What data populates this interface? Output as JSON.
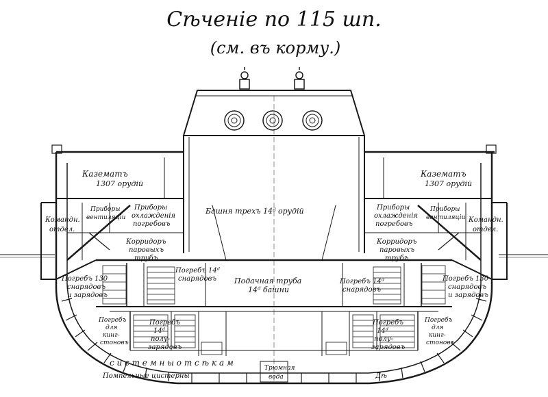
{
  "title": "Сѣченіе по 115 шп.",
  "subtitle": "(см. въ корму.)",
  "labels": {
    "casemate_left": "Казематъ",
    "casemate_left_2": "1307 орудій",
    "casemate_right": "Казематъ",
    "casemate_right_2": "1307 орудій",
    "turret_room": "Башня трехъ 14ᵈ орудій",
    "cooling_left": "Приборы",
    "cooling_left_2": "охлажденія",
    "cooling_left_3": "погребовъ",
    "cooling_right": "Приборы",
    "cooling_right_2": "охлажденія",
    "cooling_right_3": "погребовъ",
    "ventilation_left": "Приборы",
    "ventilation_left_2": "вентиляціи",
    "ventilation_right": "Приборы",
    "ventilation_right_2": "вентиляціи",
    "command_left": "Командн.",
    "command_left_2": "отдел.",
    "command_right": "Командн.",
    "command_right_2": "отдел.",
    "corridor_left": "Корридоръ",
    "corridor_left_2": "паровыхъ",
    "corridor_left_3": "трубъ",
    "corridor_right": "Корридоръ",
    "corridor_right_2": "паровыхъ",
    "corridor_right_3": "трубъ",
    "magazine_130_left": "Погребъ 130",
    "magazine_130_left_2": "снарядовъ",
    "magazine_130_left_3": "и зарядовъ",
    "magazine_130_right": "Погребъ 130",
    "magazine_130_right_2": "снарядовъ",
    "magazine_130_right_3": "и зарядовъ",
    "shell_14_left": "Погребъ 14ᵈ",
    "shell_14_left_2": "снарядовъ",
    "shell_14_right": "Погребъ 14ᵈ",
    "shell_14_right_2": "снарядовъ",
    "hoist": "Подачная труба",
    "hoist_2": "14ᵈ башни",
    "charges_left": "Погребъ",
    "charges_left_2": "14ᵈ",
    "charges_left_3": "полу-",
    "charges_left_4": "зарядовъ",
    "charges_right": "Погребъ",
    "charges_right_2": "14ᵈ",
    "charges_right_3": "полу-",
    "charges_right_4": "зарядовъ",
    "store_left": "Погребъ",
    "store_left_2": "для",
    "store_left_3": "кинг-",
    "store_left_4": "стоновъ",
    "store_right": "Погребъ",
    "store_right_2": "для",
    "store_right_3": "кинг-",
    "store_right_4": "стоновъ",
    "double_bottom": "с и с т е м н ы   о т с ѣ к а м",
    "pump": "Трюмная",
    "pump_2": "вода",
    "cisterns": "Помпельные цистерны",
    "signature": "Дѣ"
  }
}
